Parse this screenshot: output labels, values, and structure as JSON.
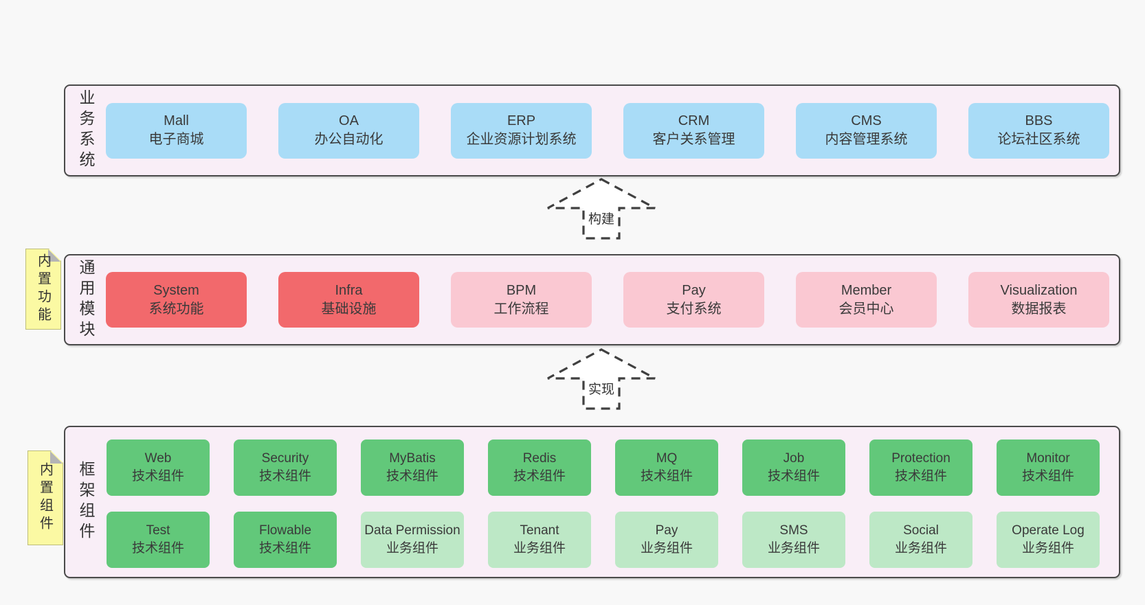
{
  "colors": {
    "page-bg": "#f8f8f8",
    "layer-bg": "#f9eef7",
    "layer-border": "#4a4a4a",
    "blue": "#a9dcf7",
    "red": "#f2696c",
    "pink": "#fac8d2",
    "green": "#62c87a",
    "green-light": "#bde8c6",
    "yellow": "#fbf9a3",
    "fold": "#b5b5b5",
    "ink": "#3a3a3a",
    "arrow": "#404040"
  },
  "layers": {
    "business": {
      "side_label": "业务系统",
      "boxes": [
        {
          "name": "Mall",
          "desc": "电子商城",
          "variant": "blue"
        },
        {
          "name": "OA",
          "desc": "办公自动化",
          "variant": "blue"
        },
        {
          "name": "ERP",
          "desc": "企业资源计划系统",
          "variant": "blue"
        },
        {
          "name": "CRM",
          "desc": "客户关系管理",
          "variant": "blue"
        },
        {
          "name": "CMS",
          "desc": "内容管理系统",
          "variant": "blue"
        },
        {
          "name": "BBS",
          "desc": "论坛社区系统",
          "variant": "blue"
        }
      ]
    },
    "modules": {
      "sticky": "内置功能",
      "side_label": "通用模块",
      "boxes": [
        {
          "name": "System",
          "desc": "系统功能",
          "variant": "red"
        },
        {
          "name": "Infra",
          "desc": "基础设施",
          "variant": "red"
        },
        {
          "name": "BPM",
          "desc": "工作流程",
          "variant": "pink"
        },
        {
          "name": "Pay",
          "desc": "支付系统",
          "variant": "pink"
        },
        {
          "name": "Member",
          "desc": "会员中心",
          "variant": "pink"
        },
        {
          "name": "Visualization",
          "desc": "数据报表",
          "variant": "pink"
        }
      ]
    },
    "components": {
      "sticky": "内置组件",
      "side_label": "框架组件",
      "rows": [
        [
          {
            "name": "Web",
            "desc": "技术组件",
            "variant": "green"
          },
          {
            "name": "Security",
            "desc": "技术组件",
            "variant": "green"
          },
          {
            "name": "MyBatis",
            "desc": "技术组件",
            "variant": "green"
          },
          {
            "name": "Redis",
            "desc": "技术组件",
            "variant": "green"
          },
          {
            "name": "MQ",
            "desc": "技术组件",
            "variant": "green"
          },
          {
            "name": "Job",
            "desc": "技术组件",
            "variant": "green"
          },
          {
            "name": "Protection",
            "desc": "技术组件",
            "variant": "green"
          },
          {
            "name": "Monitor",
            "desc": "技术组件",
            "variant": "green"
          }
        ],
        [
          {
            "name": "Test",
            "desc": "技术组件",
            "variant": "green"
          },
          {
            "name": "Flowable",
            "desc": "技术组件",
            "variant": "green"
          },
          {
            "name": "Data Permission",
            "desc": "业务组件",
            "variant": "green-light"
          },
          {
            "name": "Tenant",
            "desc": "业务组件",
            "variant": "green-light"
          },
          {
            "name": "Pay",
            "desc": "业务组件",
            "variant": "green-light"
          },
          {
            "name": "SMS",
            "desc": "业务组件",
            "variant": "green-light"
          },
          {
            "name": "Social",
            "desc": "业务组件",
            "variant": "green-light"
          },
          {
            "name": "Operate Log",
            "desc": "业务组件",
            "variant": "green-light"
          }
        ]
      ]
    }
  },
  "arrows": [
    {
      "label": "构建"
    },
    {
      "label": "实现"
    }
  ]
}
